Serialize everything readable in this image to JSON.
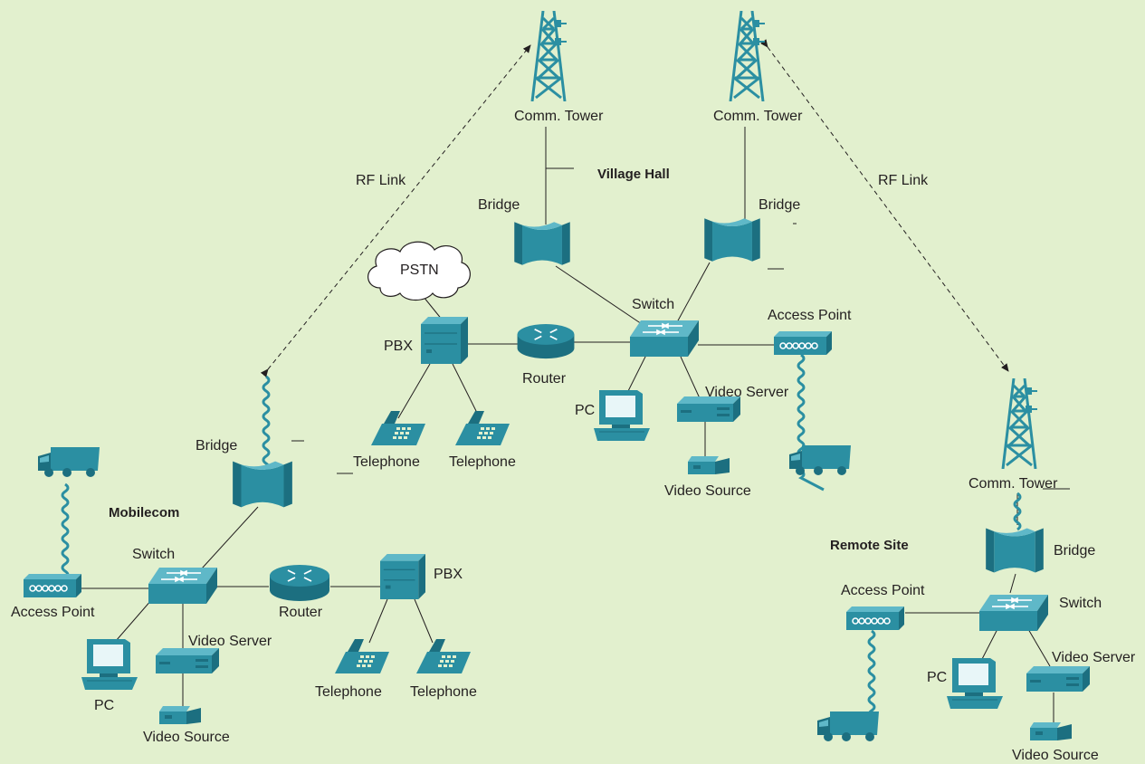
{
  "colors": {
    "background": "#e2f0ce",
    "device": "#2b8fa2",
    "device_dark": "#1c6f80",
    "device_light": "#5fb8c8",
    "line": "#231f20"
  },
  "sites": {
    "village_hall": "Village Hall",
    "mobilecom": "Mobilecom",
    "remote_site": "Remote Site"
  },
  "links": {
    "rf_left": "RF Link",
    "rf_right": "RF Link"
  },
  "labels": {
    "tower_left": "Comm. Tower",
    "tower_right": "Comm. Tower",
    "tower_remote": "Comm. Tower",
    "bridge_vh_left": "Bridge",
    "bridge_vh_right": "Bridge",
    "bridge_mc": "Bridge",
    "bridge_rs": "Bridge",
    "pstn": "PSTN",
    "pbx_vh": "PBX",
    "pbx_mc": "PBX",
    "router_vh": "Router",
    "router_mc": "Router",
    "switch_vh": "Switch",
    "switch_mc": "Switch",
    "switch_rs": "Switch",
    "ap_vh": "Access Point",
    "ap_mc": "Access Point",
    "ap_rs": "Access Point",
    "vs_vh": "Video Server",
    "vs_mc": "Video Server",
    "vs_rs": "Video Server",
    "pc_vh": "PC",
    "pc_mc": "PC",
    "pc_rs": "PC",
    "vsrc_vh": "Video Source",
    "vsrc_mc": "Video Source",
    "vsrc_rs": "Video Source",
    "tel_vh_1": "Telephone",
    "tel_vh_2": "Telephone",
    "tel_mc_1": "Telephone",
    "tel_mc_2": "Telephone"
  },
  "icons": [
    "tower-icon",
    "bridge-icon",
    "switch-icon",
    "router-icon",
    "pbx-icon",
    "cloud-icon",
    "telephone-icon",
    "pc-icon",
    "video-server-icon",
    "camera-icon",
    "access-point-icon",
    "truck-icon"
  ]
}
